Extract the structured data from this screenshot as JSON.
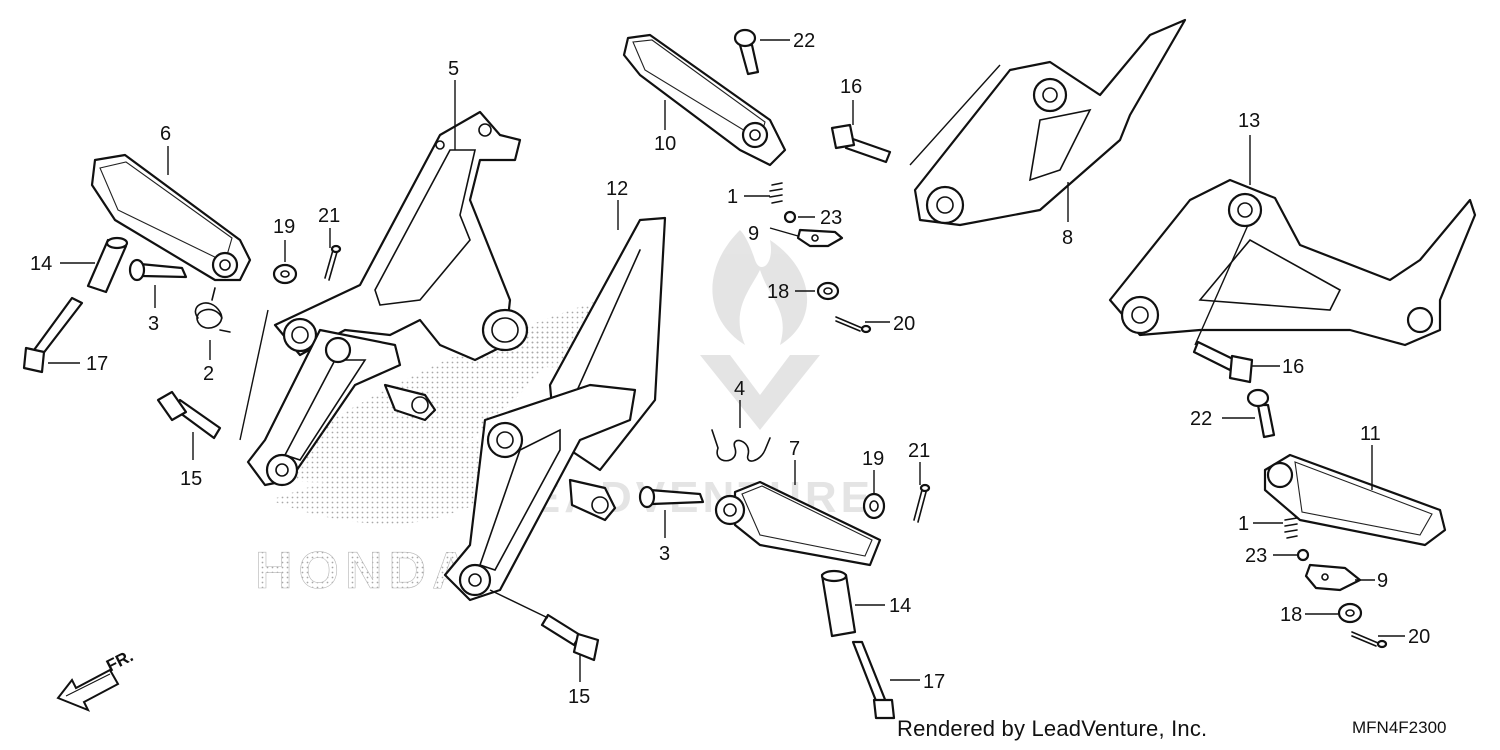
{
  "diagram": {
    "callouts": [
      {
        "id": "c5",
        "text": "5"
      },
      {
        "id": "c6",
        "text": "6"
      },
      {
        "id": "c14a",
        "text": "14"
      },
      {
        "id": "c17a",
        "text": "17"
      },
      {
        "id": "c3a",
        "text": "3"
      },
      {
        "id": "c2",
        "text": "2"
      },
      {
        "id": "c19a",
        "text": "19"
      },
      {
        "id": "c21a",
        "text": "21"
      },
      {
        "id": "c15a",
        "text": "15"
      },
      {
        "id": "c12",
        "text": "12"
      },
      {
        "id": "c15b",
        "text": "15"
      },
      {
        "id": "c22a",
        "text": "22"
      },
      {
        "id": "c10",
        "text": "10"
      },
      {
        "id": "c1a",
        "text": "1"
      },
      {
        "id": "c23a",
        "text": "23"
      },
      {
        "id": "c9a",
        "text": "9"
      },
      {
        "id": "c18a",
        "text": "18"
      },
      {
        "id": "c20a",
        "text": "20"
      },
      {
        "id": "c4",
        "text": "4"
      },
      {
        "id": "c7",
        "text": "7"
      },
      {
        "id": "c19b",
        "text": "19"
      },
      {
        "id": "c21b",
        "text": "21"
      },
      {
        "id": "c3b",
        "text": "3"
      },
      {
        "id": "c14b",
        "text": "14"
      },
      {
        "id": "c17b",
        "text": "17"
      },
      {
        "id": "c16a",
        "text": "16"
      },
      {
        "id": "c8",
        "text": "8"
      },
      {
        "id": "c13",
        "text": "13"
      },
      {
        "id": "c16b",
        "text": "16"
      },
      {
        "id": "c22b",
        "text": "22"
      },
      {
        "id": "c11",
        "text": "11"
      },
      {
        "id": "c1b",
        "text": "1"
      },
      {
        "id": "c23b",
        "text": "23"
      },
      {
        "id": "c9b",
        "text": "9"
      },
      {
        "id": "c18b",
        "text": "18"
      },
      {
        "id": "c20b",
        "text": "20"
      }
    ],
    "direction_label": "FR.",
    "watermark_brand": "HONDA",
    "watermark_text": "LEADVENTURE"
  },
  "footer": {
    "credit": "Rendered by LeadVenture, Inc.",
    "code": "MFN4F2300"
  }
}
